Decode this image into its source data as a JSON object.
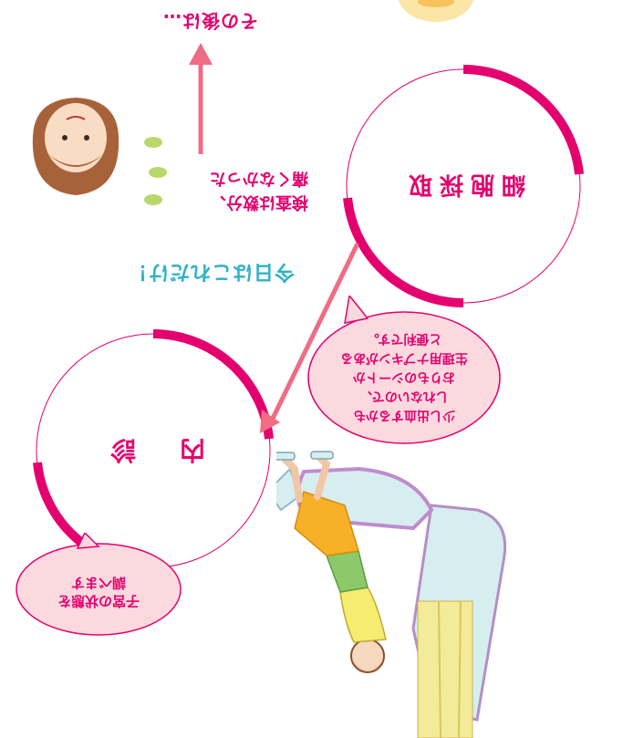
{
  "steps": {
    "first": {
      "title": "内　診"
    },
    "second": {
      "title": "細胞採取"
    }
  },
  "bubbles": {
    "naishin": "子宮の状態を\n調べます",
    "saibou": "少し出血するかも\nしれないので、\nおりものシートか\n生理用ナプキンがある\nと便利です。"
  },
  "notes": {
    "exam": "検査は数分、\n痛くなかった",
    "today": "今日はこれだけ！",
    "after": "その後は…"
  },
  "colors": {
    "accent": "#e4006e",
    "teal": "#2fb3c6",
    "arrow": "#ef6c84"
  }
}
